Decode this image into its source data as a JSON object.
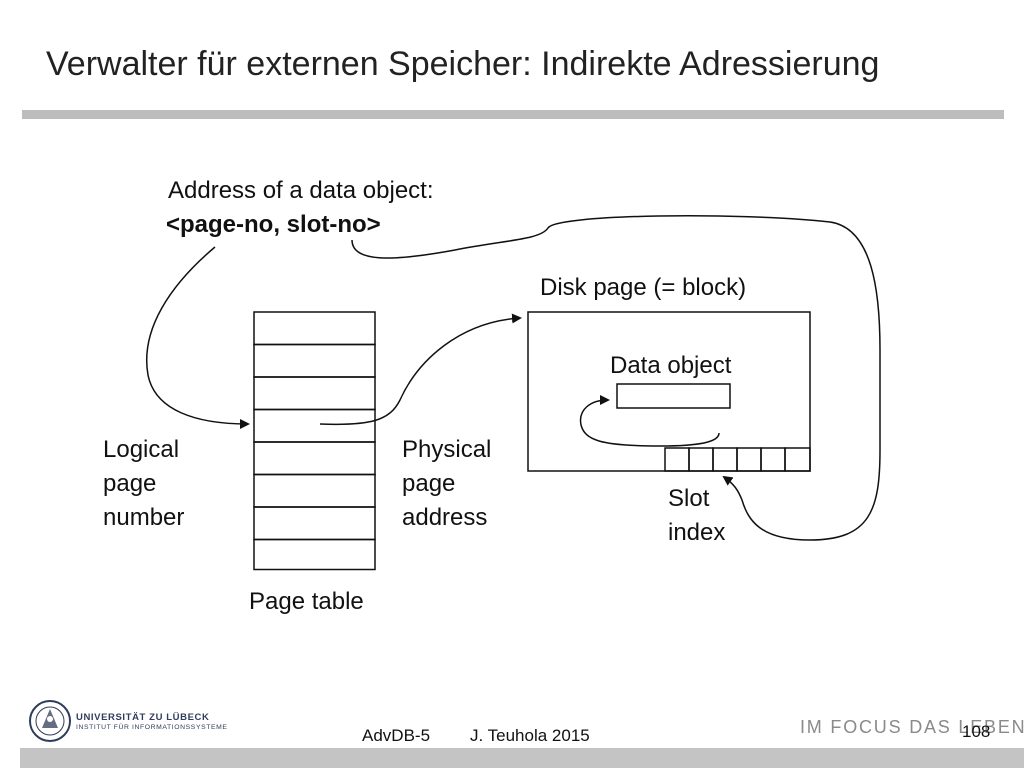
{
  "slide": {
    "title": "Verwalter für externen Speicher: Indirekte Adressierung"
  },
  "diagram": {
    "address_label": "Address of a data object:",
    "address_format": "<page-no, slot-no>",
    "disk_page_label": "Disk page (= block)",
    "data_object_label": "Data object",
    "logical_label": "Logical\npage\nnumber",
    "physical_label": "Physical\npage\naddress",
    "slot_index_label": "Slot\nindex",
    "page_table_label": "Page table"
  },
  "footer": {
    "course": "AdvDB-5",
    "author": "J. Teuhola 2015",
    "page_number": "108",
    "university_line1": "UNIVERSITÄT ZU LÜBECK",
    "university_line2": "INSTITUT FÜR INFORMATIONSSYSTEME",
    "slogan": "IM FOCUS DAS LEBEN"
  },
  "colors": {
    "title_rule": "#bdbdbd",
    "footer_bar": "#c4c4c4",
    "logo": "#2f3d5a",
    "slogan": "#8a8a8a"
  }
}
